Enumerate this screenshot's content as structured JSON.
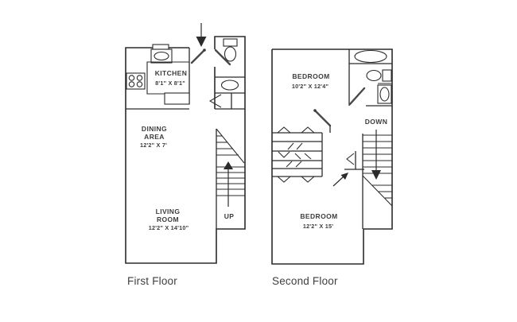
{
  "canvas": {
    "bg": "#ffffff",
    "line_color": "#2b2b2b",
    "door_color": "#4a4a4a",
    "text_color": "#3c3c3c"
  },
  "first_floor": {
    "caption": "First Floor",
    "stairs_label": "UP",
    "rooms": {
      "kitchen": {
        "name": "KITCHEN",
        "dims": "8'1\" X 8'1\""
      },
      "dining": {
        "name_line1": "DINING",
        "name_line2": "AREA",
        "dims": "12'2\" X 7'"
      },
      "living": {
        "name_line1": "LIVING",
        "name_line2": "ROOM",
        "dims": "12'2\" X 14'10\""
      }
    }
  },
  "second_floor": {
    "caption": "Second Floor",
    "stairs_label": "DOWN",
    "rooms": {
      "bedroom1": {
        "name": "BEDROOM",
        "dims": "10'2\" X 12'4\""
      },
      "bedroom2": {
        "name": "BEDROOM",
        "dims": "12'2\" X 15'"
      }
    }
  }
}
